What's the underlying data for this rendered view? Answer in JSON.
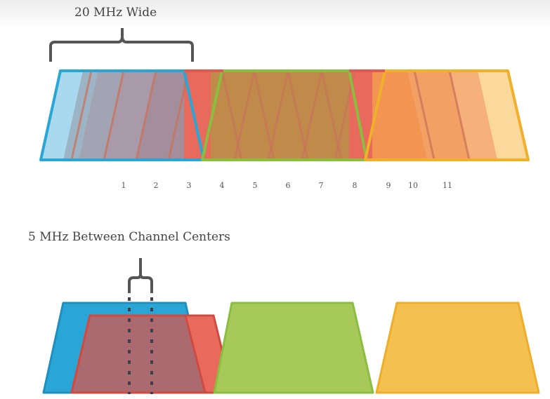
{
  "top_label": "20 MHz Wide",
  "bottom_label": "5 MHz Between Channel Centers",
  "channels": [
    "1",
    "2",
    "3",
    "4",
    "5",
    "6",
    "7",
    "8",
    "9",
    "10",
    "11"
  ],
  "colors": {
    "blue": "#2aa6d6",
    "red": "#e05a4f",
    "green": "#8bbd3f",
    "orange": "#f0a32a",
    "bracket": "#555555"
  }
}
